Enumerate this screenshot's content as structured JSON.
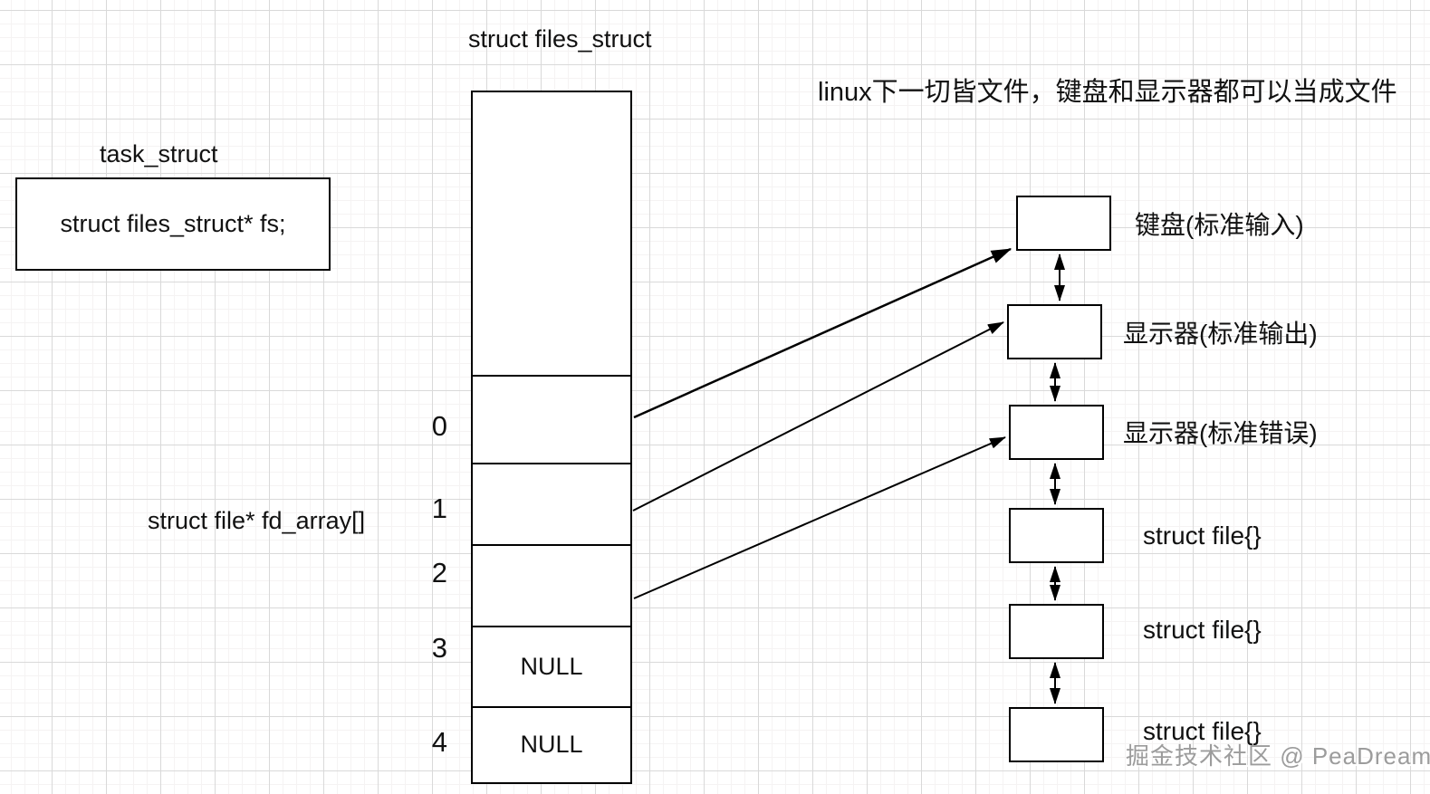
{
  "diagram": {
    "title": "struct files_struct",
    "note": "linux下一切皆文件，键盘和显示器都可以当成文件",
    "task_struct": {
      "label": "task_struct",
      "field": "struct files_struct* fs;"
    },
    "fd_array_label": "struct file* fd_array[]",
    "fd_table": {
      "rows": [
        {
          "index": "0",
          "value": ""
        },
        {
          "index": "1",
          "value": ""
        },
        {
          "index": "2",
          "value": ""
        },
        {
          "index": "3",
          "value": "NULL"
        },
        {
          "index": "4",
          "value": "NULL"
        }
      ]
    },
    "file_nodes": [
      {
        "label": "键盘(标准输入)"
      },
      {
        "label": "显示器(标准输出)"
      },
      {
        "label": "显示器(标准错误)"
      },
      {
        "label": "struct file{}"
      },
      {
        "label": "struct file{}"
      },
      {
        "label": "struct file{}"
      }
    ],
    "watermark": "掘金技术社区 @ PeaDream",
    "colors": {
      "line": "#000000",
      "grid_major": "#d9d9d9",
      "grid_minor": "#f5f3f3",
      "watermark": "#9c9c9c"
    }
  }
}
